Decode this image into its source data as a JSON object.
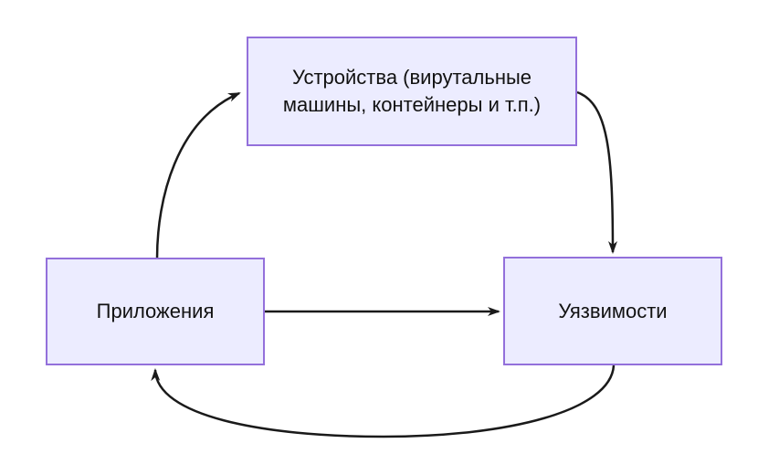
{
  "diagram": {
    "type": "flowchart",
    "colors": {
      "background": "#ffffff",
      "node_fill": "#ECECFF",
      "node_border": "#9370DB",
      "edge_color": "#1a1a1a",
      "text_color": "#111111"
    },
    "nodes": [
      {
        "id": "devices",
        "label": "Устройства (вирутальные машины, контейнеры и т.п.)"
      },
      {
        "id": "applications",
        "label": "Приложения"
      },
      {
        "id": "vulnerabilities",
        "label": "Уязвимости"
      }
    ],
    "edges": [
      {
        "from": "applications",
        "to": "devices",
        "style": "curved-up-left"
      },
      {
        "from": "devices",
        "to": "vulnerabilities",
        "style": "curved-down-right"
      },
      {
        "from": "applications",
        "to": "vulnerabilities",
        "style": "straight"
      },
      {
        "from": "vulnerabilities",
        "to": "applications",
        "style": "curved-bottom-return"
      }
    ]
  }
}
